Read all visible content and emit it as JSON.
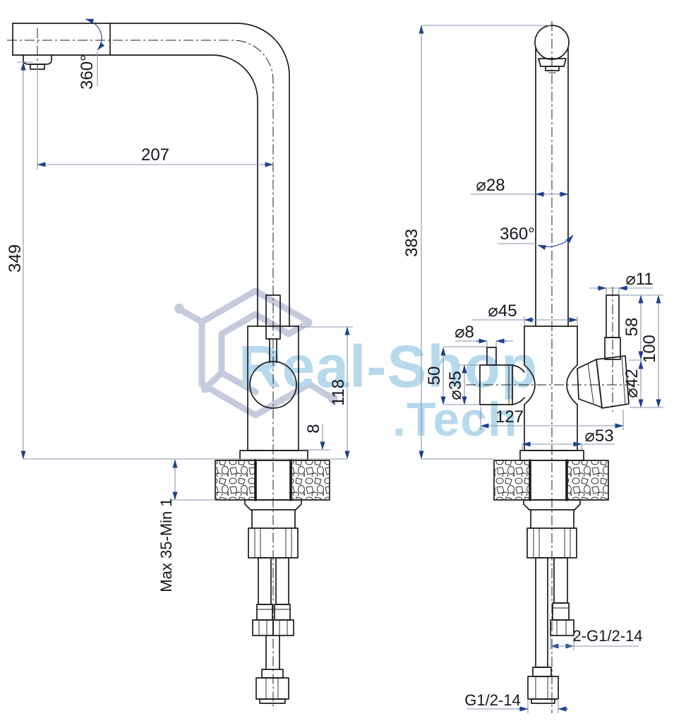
{
  "colors": {
    "line": "#1c1c1c",
    "dimension_line": "#8494ab",
    "arrow": "#1e3f8e",
    "label": "#16161f",
    "watermark_text": "#b7d9ec",
    "watermark_logo": "#c6cadd",
    "background": "#ffffff"
  },
  "watermark": {
    "brand": "Real-Shop",
    "tld": ".Tech"
  },
  "side_view": {
    "rotation_label": "360°",
    "spout_reach": "207",
    "spout_height": "349",
    "body_height": "118",
    "flange_height": "8",
    "mounting_range": "Max 35-Min 1"
  },
  "front_view": {
    "total_height": "383",
    "column_diameter": "⌀28",
    "rotation_label": "360°",
    "body_diameter": "⌀45",
    "stub_diameter": "⌀8",
    "outlet_height": "50",
    "outlet_diameter": "⌀35",
    "lever_diameter": "⌀11",
    "lever_length": "58",
    "handle_height": "100",
    "handle_diameter": "⌀42",
    "overall_width": "127",
    "base_diameter": "⌀53",
    "hose_thread": "2-G1/2-14",
    "center_pipe_thread": "G1/2-14"
  }
}
